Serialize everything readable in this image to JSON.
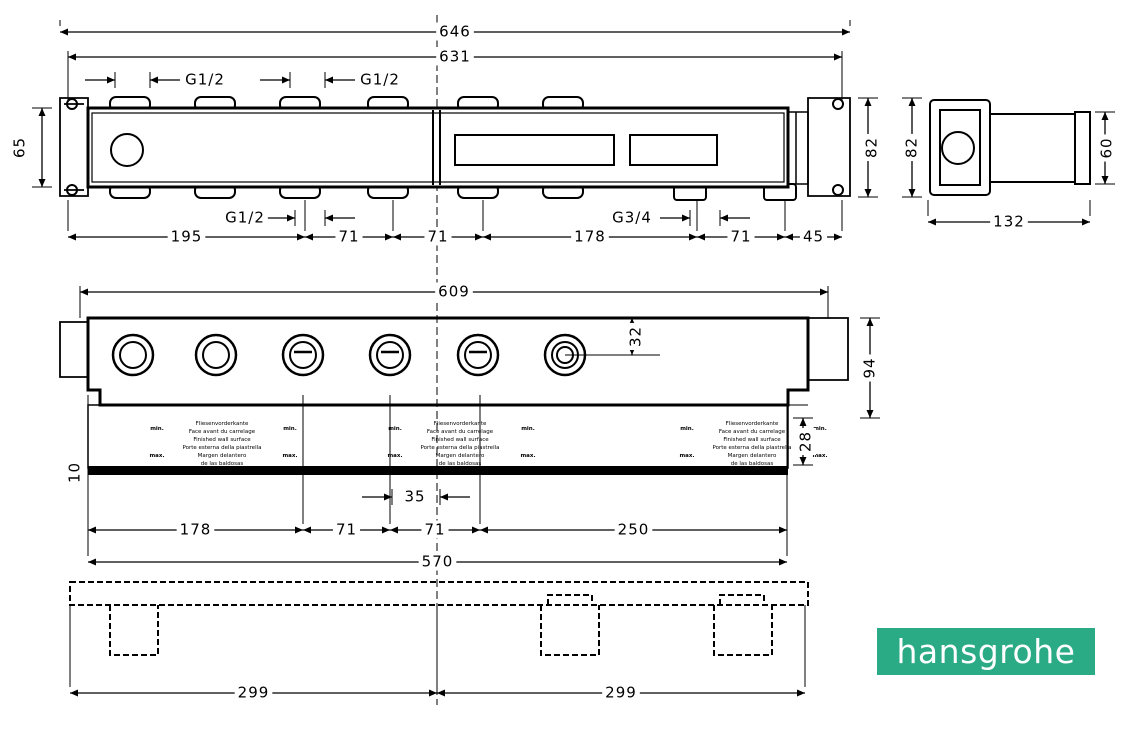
{
  "top_view": {
    "dims": {
      "overall_outer": "646",
      "overall_inner": "631",
      "height_left": "65",
      "height_right": "82",
      "thread_a": "G1/2",
      "thread_b": "G1/2",
      "thread_c": "G1/2",
      "thread_d": "G3/4",
      "seg1": "195",
      "seg2": "71",
      "seg3": "71",
      "seg4": "178",
      "seg5": "71",
      "seg6": "45"
    }
  },
  "side_view": {
    "dims": {
      "height": "82",
      "inner": "60",
      "depth": "132"
    }
  },
  "front_view": {
    "dims": {
      "width": "609",
      "port_offset": "32",
      "height": "94",
      "strip": "28",
      "bottom": "10",
      "gap": "35",
      "seg1": "178",
      "seg2": "71",
      "seg3": "71",
      "seg4": "250",
      "overall": "570"
    },
    "label_strip": {
      "lines": [
        "Fliesenvorderkante",
        "Face avant du carrelage",
        "Finished wall surface",
        "Porte esterna della piastrella",
        "Margen delantero",
        "de las baldosas"
      ],
      "min": "min.",
      "max": "max."
    }
  },
  "bottom_view": {
    "dims": {
      "left": "299",
      "right": "299"
    }
  },
  "logo": {
    "text": "hansgrohe",
    "color": "#2aaa85"
  }
}
